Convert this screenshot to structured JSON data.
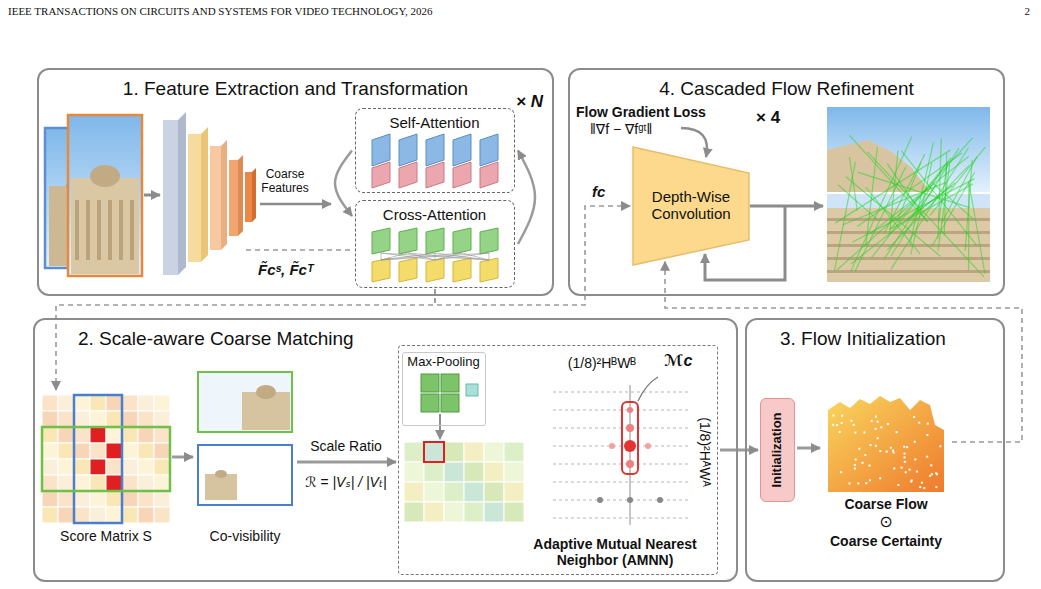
{
  "diagram": {
    "nodes": [
      {
        "text": [
          "1. Feature Extraction and Transformation"
        ]
      },
      {
        "text": [
          "Self-Attention"
        ],
        "in": 0
      },
      {
        "text": [
          "Cross-Attention"
        ],
        "in": 0
      },
      {
        "text": [
          "4. Cascaded Flow Refinement"
        ]
      },
      {
        "text": [
          "Depth-Wise Convolution"
        ],
        "in": 3
      },
      {
        "text": [
          "2. Scale-aware Coarse Matching"
        ]
      },
      {
        "text": [
          "Score Matrix S"
        ],
        "in": 5
      },
      {
        "text": [
          "Co-visibility"
        ],
        "in": 5
      },
      {
        "text": [
          "Adaptive Mutual Nearest Neighbor (AMNN)"
        ],
        "in": 5
      },
      {
        "text": [
          "Max-Pooling"
        ],
        "in": 8
      },
      {
        "text": [
          "(1/8)²HᴮWᴮ",
          "ℳc",
          "(1/8)²HᴬWᴬ"
        ],
        "in": 8
      },
      {
        "text": [
          "3. Flow Initialization"
        ]
      },
      {
        "text": [
          "Initialization"
        ],
        "in": 11
      },
      {
        "text": [
          "Coarse Flow",
          "⊙",
          "Coarse Certainty"
        ],
        "in": 11
      }
    ],
    "edges": [
      {
        "from": 1,
        "to": 2,
        "arrow": "to"
      },
      {
        "from": 2,
        "to": 1,
        "arrow": "to"
      },
      {
        "from": 2,
        "to": 6,
        "arrow": "to"
      },
      {
        "from": 2,
        "to": 4,
        "label": "fc",
        "arrow": "to"
      },
      {
        "from": 13,
        "to": 4,
        "arrow": "to"
      },
      {
        "from": 6,
        "to": 7,
        "arrow": "to"
      },
      {
        "from": 7,
        "to": 8,
        "label": "Scale Ratio",
        "arrow": "to"
      },
      {
        "from": 8,
        "to": 12,
        "arrow": "to"
      },
      {
        "from": 12,
        "to": 13,
        "arrow": "to"
      }
    ],
    "labels": [
      "IEEE TRANSACTIONS ON CIRCUITS AND SYSTEMS FOR VIDEO TECHNOLOGY, 2026",
      "2",
      "Coarse Features",
      "× N",
      "F̃cˢ, F̃cᵀ",
      "Flow Gradient Loss",
      "‖∇f − ∇fᵍᵗ‖",
      "× 4",
      "ℛ = |Vₛ| / |Vₜ|"
    ]
  }
}
